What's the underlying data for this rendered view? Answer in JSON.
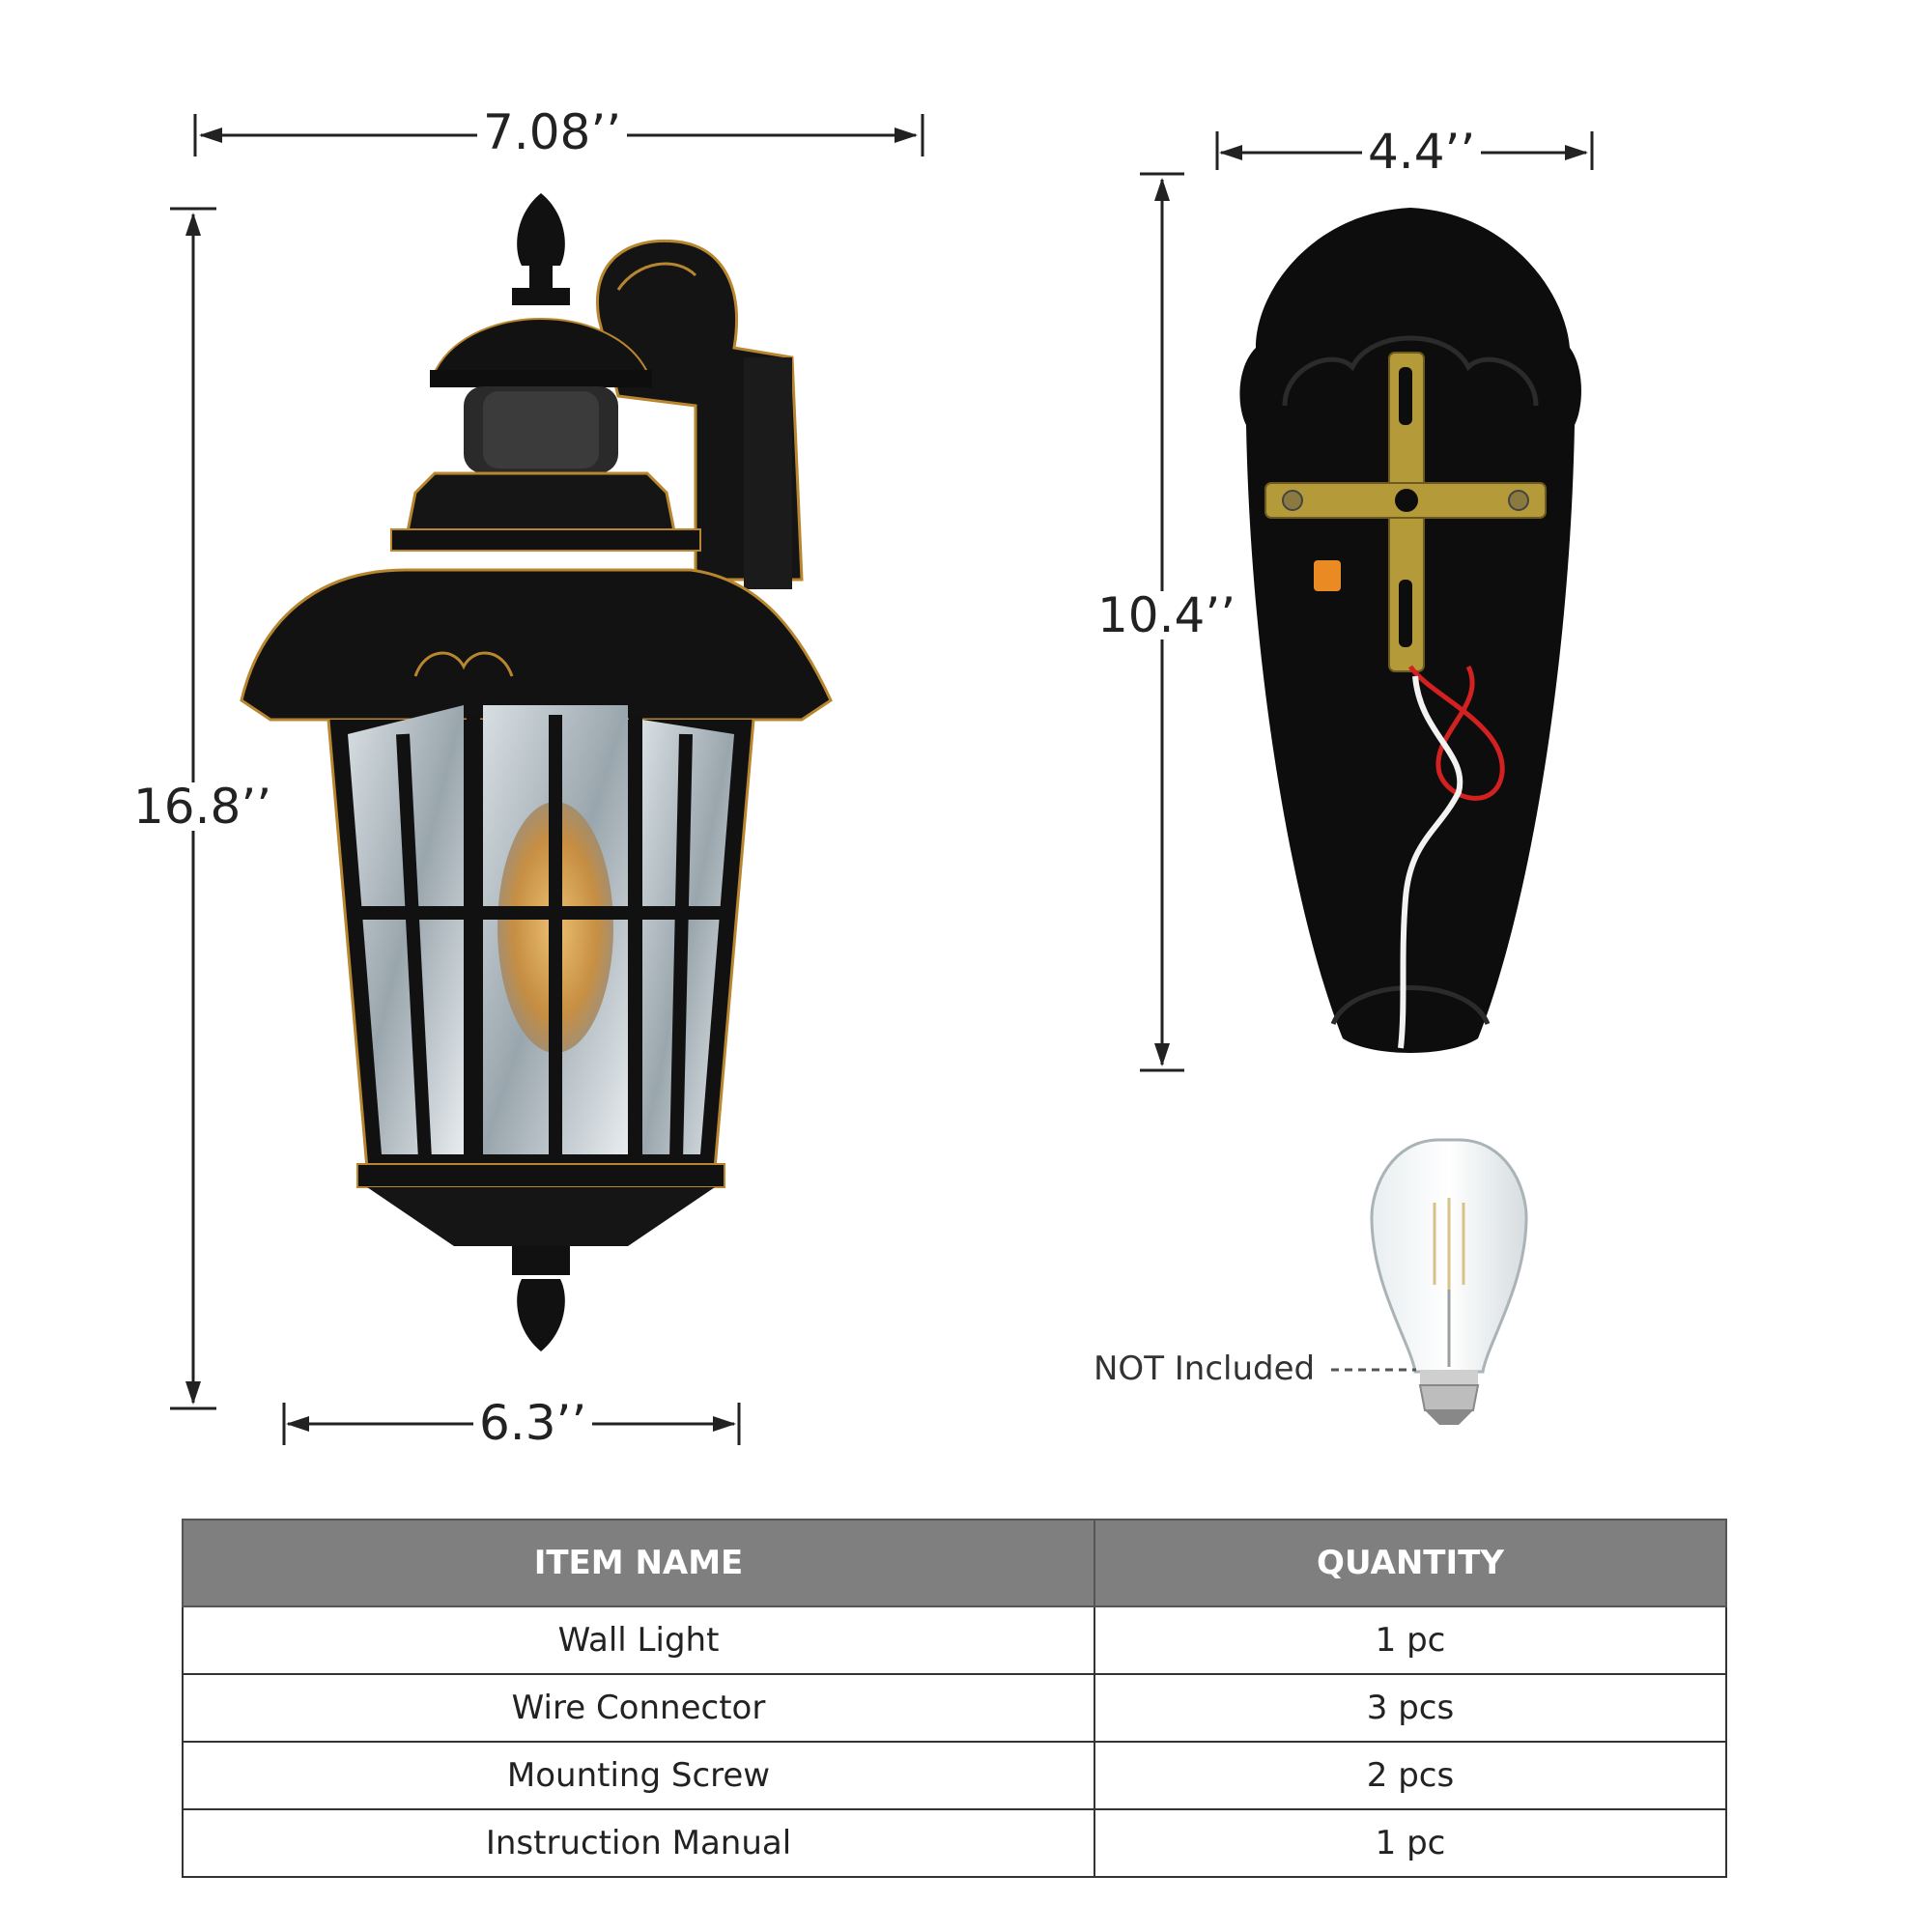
{
  "dimensions": {
    "top_width": "7.08’’",
    "total_height": "16.8’’",
    "bottom_width": "6.3’’",
    "plate_width": "4.4’’",
    "plate_height": "10.4’’"
  },
  "bulb_note": "NOT Included",
  "icons": {
    "lamp": "wall-lantern-illustration",
    "plate": "backplate-illustration",
    "bulb": "edison-bulb-illustration"
  },
  "table": {
    "headers": [
      "ITEM NAME",
      "QUANTITY"
    ],
    "rows": [
      {
        "name": "Wall Light",
        "qty": "1 pc"
      },
      {
        "name": "Wire Connector",
        "qty": "3 pcs"
      },
      {
        "name": "Mounting Screw",
        "qty": "2 pcs"
      },
      {
        "name": "Instruction Manual",
        "qty": "1 pc"
      }
    ]
  },
  "colors": {
    "header_bg": "#7f7f7f",
    "lamp_body": "#111111",
    "gold_trim": "#b8862e",
    "bracket": "#b59a3a",
    "wire_red": "#d32020"
  }
}
